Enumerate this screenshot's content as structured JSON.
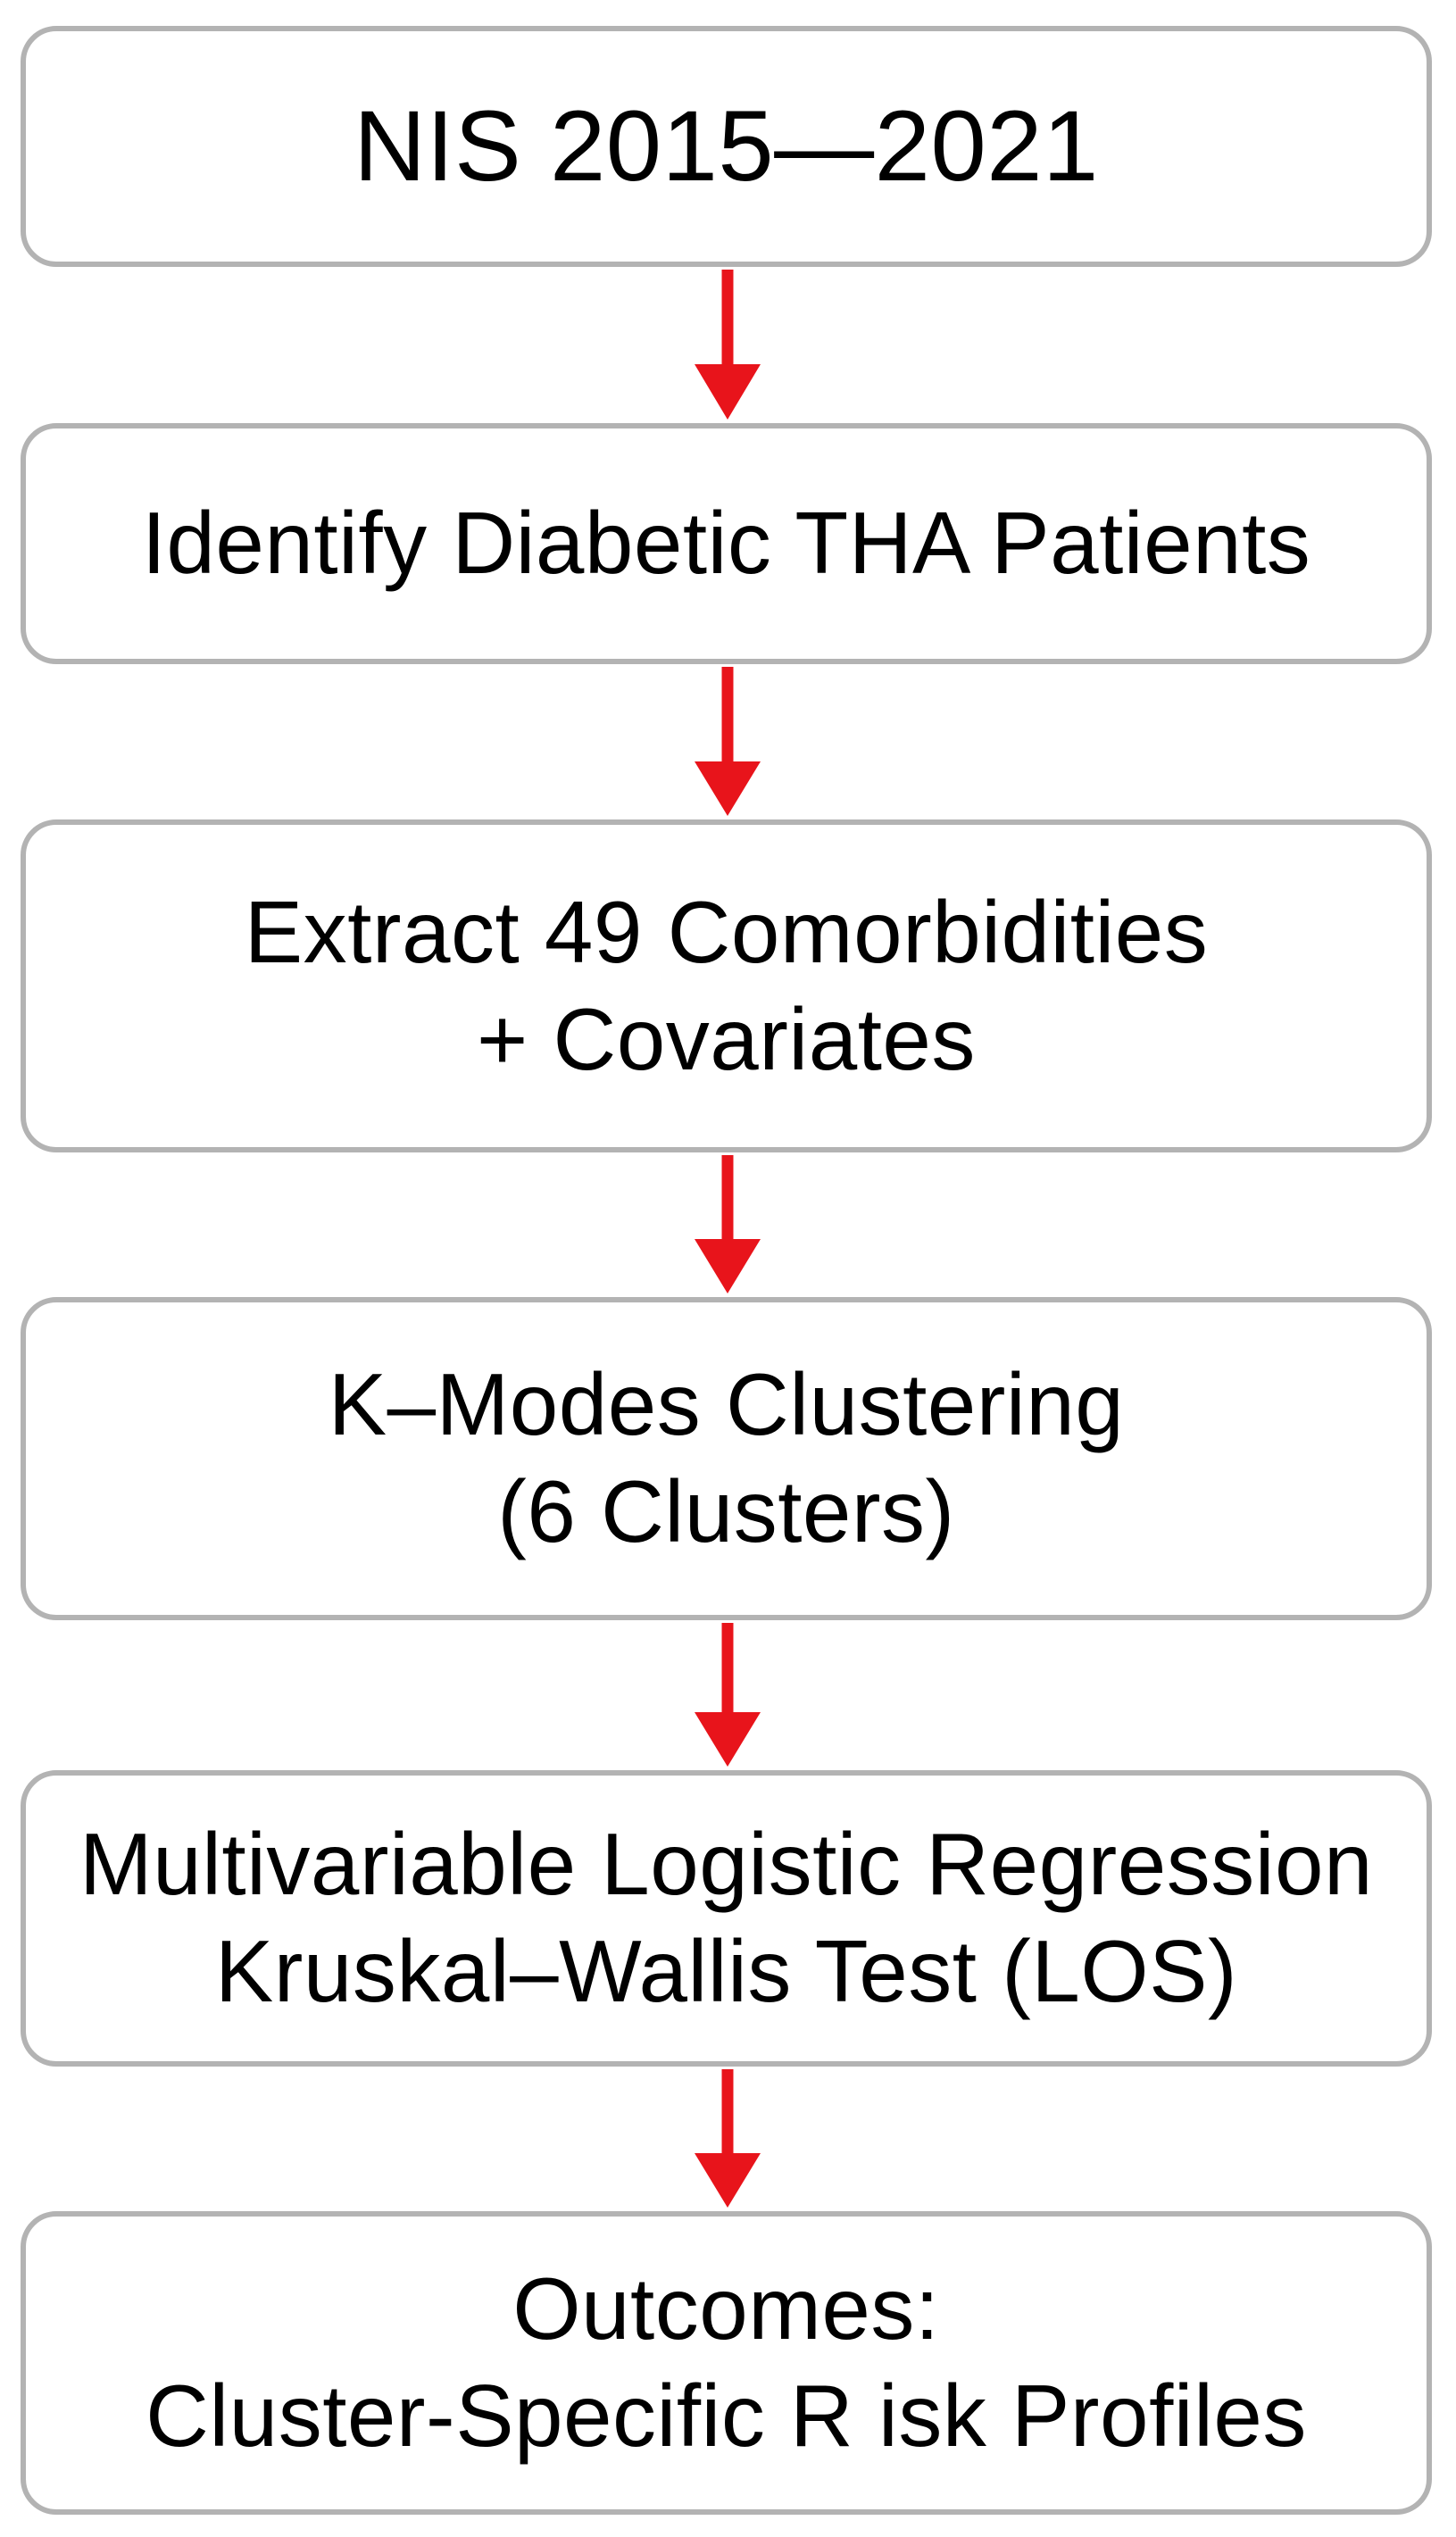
{
  "diagram": {
    "steps": [
      {
        "lines": [
          "NIS 2015—2021"
        ]
      },
      {
        "lines": [
          "Identify Diabetic THA Patients"
        ]
      },
      {
        "lines": [
          "Extract 49 Comorbidities",
          "+ Covariates"
        ]
      },
      {
        "lines": [
          "K–Modes Clustering",
          "(6 Clusters)"
        ]
      },
      {
        "lines": [
          "Multivariable Logistic Regression",
          "Kruskal–Wallis Test (LOS)"
        ]
      },
      {
        "lines": [
          "Outcomes:",
          "Cluster-Specific R isk Profiles"
        ]
      }
    ],
    "colors": {
      "arrow": "#e8141b",
      "box_border": "#b3b3b3",
      "text": "#000000"
    },
    "icons": [
      "arrow-down-icon"
    ]
  }
}
